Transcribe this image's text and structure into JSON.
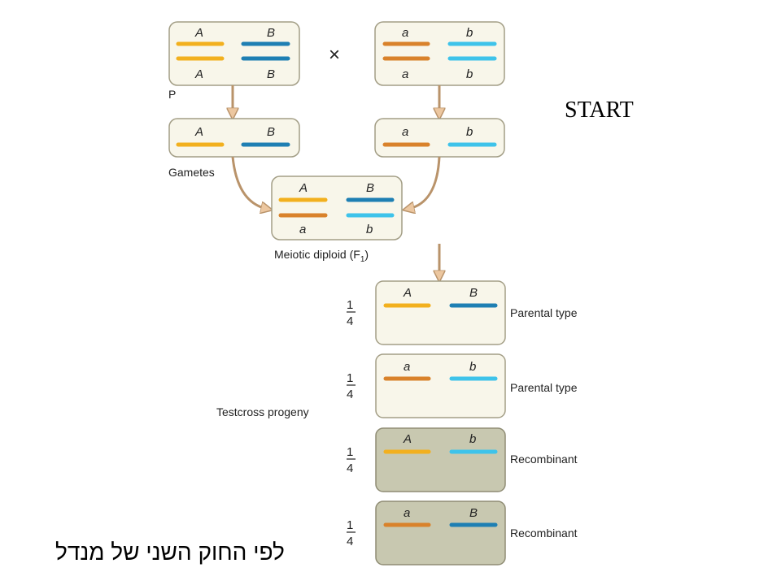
{
  "start_label": "START",
  "footer_text": "לפי החוק השני של מנדל",
  "cross_symbol": "×",
  "labels": {
    "p": "P",
    "gametes": "Gametes",
    "meiotic_diploid": "Meiotic diploid (F",
    "meiotic_sub": "1",
    "meiotic_close": ")",
    "testcross": "Testcross progeny"
  },
  "parents": {
    "left": {
      "top": [
        "A",
        "B"
      ],
      "bottom": [
        "A",
        "B"
      ]
    },
    "right": {
      "top": [
        "a",
        "b"
      ],
      "bottom": [
        "a",
        "b"
      ]
    }
  },
  "gametes": {
    "left": [
      "A",
      "B"
    ],
    "right": [
      "a",
      "b"
    ]
  },
  "f1": {
    "top": [
      "A",
      "B"
    ],
    "bottom": [
      "a",
      "b"
    ]
  },
  "progeny": [
    {
      "alleles": [
        "A",
        "B"
      ],
      "fraction_num": "1",
      "fraction_den": "4",
      "type": "Parental type"
    },
    {
      "alleles": [
        "a",
        "b"
      ],
      "fraction_num": "1",
      "fraction_den": "4",
      "type": "Parental type"
    },
    {
      "alleles": [
        "A",
        "b"
      ],
      "fraction_num": "1",
      "fraction_den": "4",
      "type": "Recombinant"
    },
    {
      "alleles": [
        "a",
        "B"
      ],
      "fraction_num": "1",
      "fraction_den": "4",
      "type": "Recombinant"
    }
  ],
  "colors": {
    "A": "#f2b01e",
    "a": "#d9822b",
    "B": "#1e7fb3",
    "b": "#3ec3ea",
    "box_fill": "#f8f6ea",
    "box_stroke": "#a39e86",
    "recombinant_fill": "#c8c8b0",
    "arrow": "#ecc7a0",
    "arrow_stroke": "#b9936a"
  }
}
